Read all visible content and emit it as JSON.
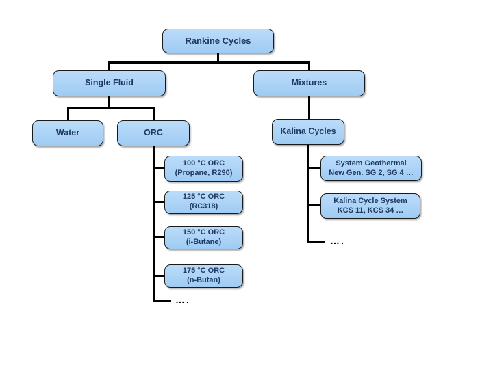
{
  "diagram": {
    "title": "Rankine Cycles classification tree",
    "colors": {
      "node_fill": "#A9D2F7",
      "node_border": "#1A1A1A",
      "node_text": "#1F3864",
      "connector": "#000000",
      "background": "#FFFFFF"
    },
    "nodes": {
      "rankine": {
        "label": "Rankine Cycles"
      },
      "single_fluid": {
        "label": "Single Fluid"
      },
      "mixtures": {
        "label": "Mixtures"
      },
      "water": {
        "label": "Water"
      },
      "orc": {
        "label": "ORC"
      },
      "kalina": {
        "label": "Kalina Cycles"
      },
      "orc_100": {
        "line1": "100 °C ORC",
        "line2": "(Propane, R290)"
      },
      "orc_125": {
        "line1": "125 °C ORC",
        "line2": "(RC318)"
      },
      "orc_150": {
        "line1": "150 °C ORC",
        "line2": "(i-Butane)"
      },
      "orc_175": {
        "line1": "175 °C ORC",
        "line2": "(n-Butan)"
      },
      "geothermal": {
        "line1": "System Geothermal",
        "line2": "New Gen. SG 2, SG 4 …"
      },
      "kcs": {
        "line1": "Kalina Cycle System",
        "line2": "KCS 11, KCS 34 …"
      }
    },
    "more_orc": "….",
    "more_kalina": "…."
  }
}
